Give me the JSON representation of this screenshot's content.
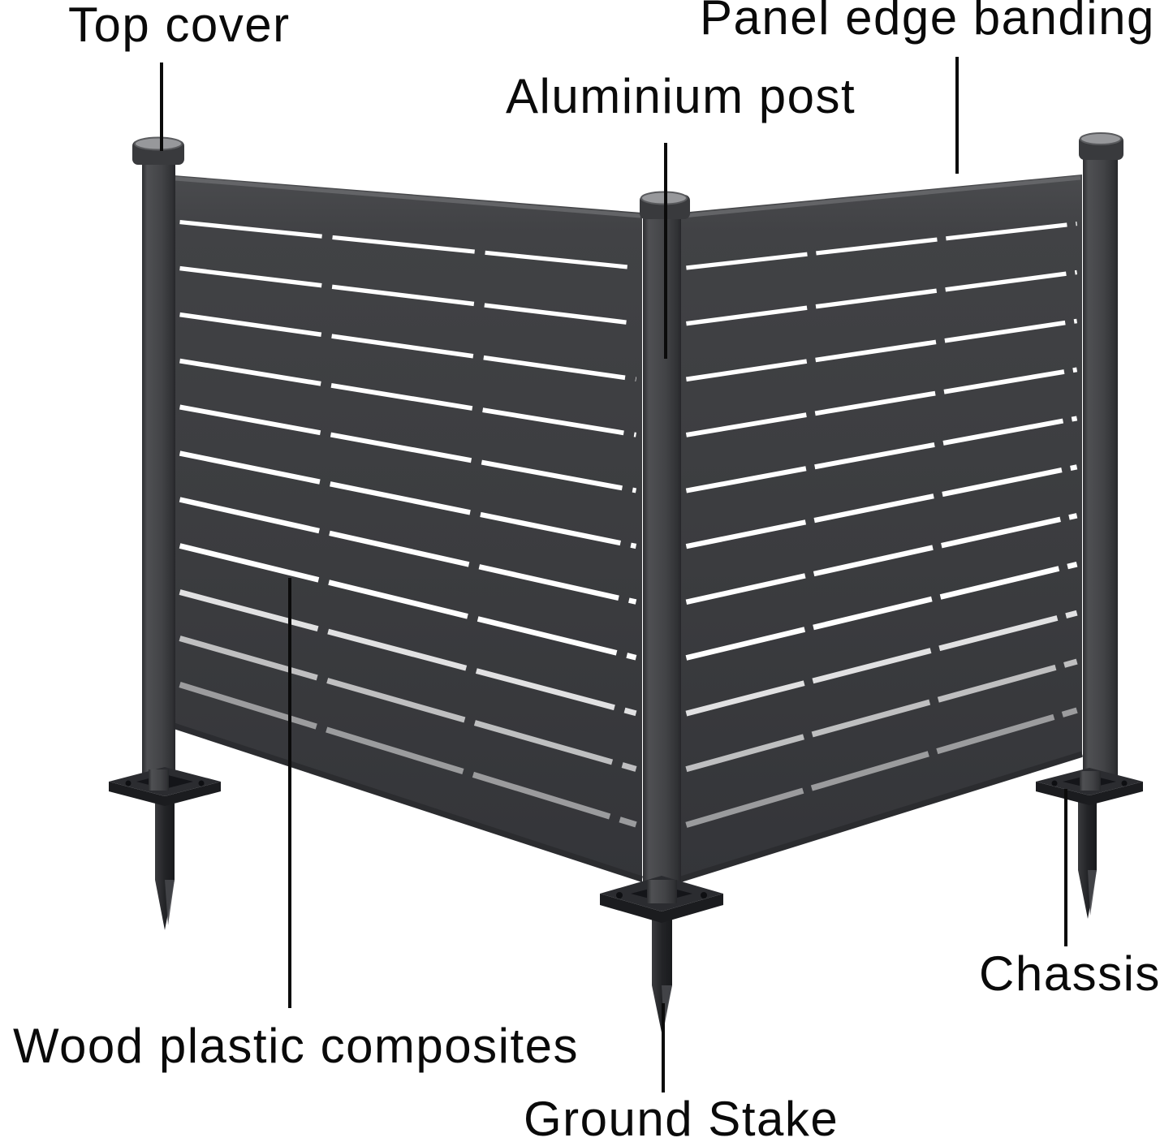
{
  "page": {
    "background_color": "#ffffff",
    "label_text_color": "#0a0a0a"
  },
  "labels": {
    "top_cover": "Top cover",
    "panel_edge_banding": "Panel edge banding",
    "aluminium_post": "Aluminium post",
    "wood_plastic_composites": "Wood plastic composites",
    "ground_stake": "Ground Stake",
    "chassis": "Chassis"
  },
  "illustration": {
    "panel_count": 2,
    "post_count": 3,
    "ground_stake_count": 3,
    "slats_per_panel": 12,
    "slat_gap_color": "#ffffff",
    "panel_color": "#3c3d40",
    "post_color": "#434447",
    "post_cap_top_color": "#97989b",
    "hardware_color": "#232428",
    "leader_line_color": "#0b0b0b"
  }
}
